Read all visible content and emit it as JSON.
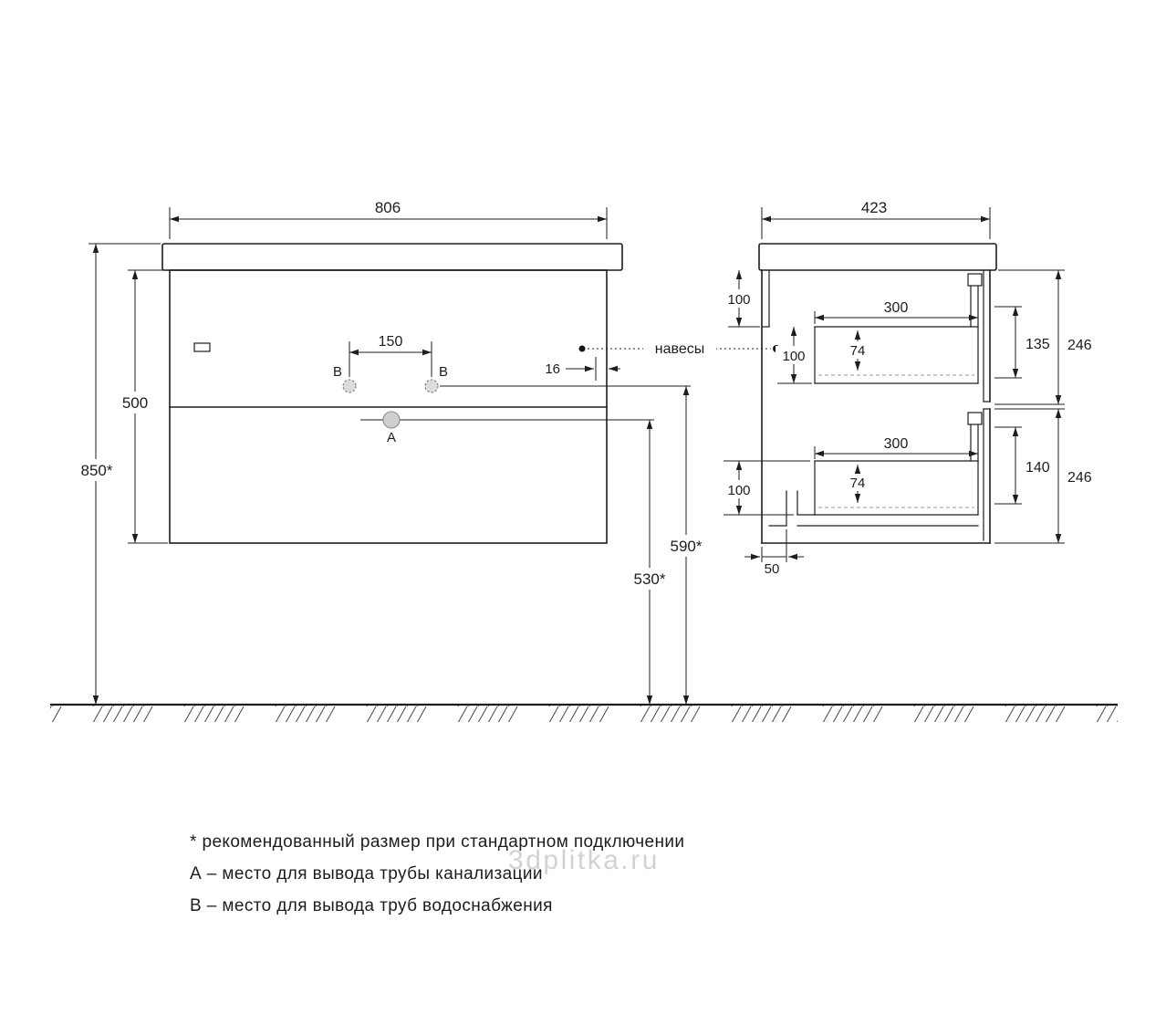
{
  "drawing": {
    "front": {
      "dim_width": "806",
      "dim_height": "500",
      "dim_mount_height": "850*",
      "dim_pipe_spacing": "150",
      "dim_edge": "16",
      "dim_water_height": "590*",
      "dim_drain_height": "530*",
      "label_a": "A",
      "label_b_left": "B",
      "label_b_right": "B"
    },
    "side": {
      "dim_depth": "423",
      "dim_top_offset": "100",
      "dim_hanger_drop": "100",
      "dim_drawer1_depth": "300",
      "dim_drawer1_inner": "74",
      "dim_drawer1_front": "135",
      "dim_section1": "246",
      "dim_drawer2_depth": "300",
      "dim_drawer2_inner": "74",
      "dim_drawer2_front": "140",
      "dim_section2": "246",
      "dim_bottom_clearance": "100",
      "dim_pipe_offset": "50"
    },
    "callout_hangers": "навесы"
  },
  "legend": {
    "note_standard": "* рекомендованный размер при стандартном подключении",
    "note_a": "А – место для вывода трубы канализации",
    "note_b": "В – место для вывода труб водоснабжения"
  },
  "watermark": "3dplitka.ru",
  "colors": {
    "line": "#1d1d1d",
    "watermark": "#b5b5b5"
  }
}
